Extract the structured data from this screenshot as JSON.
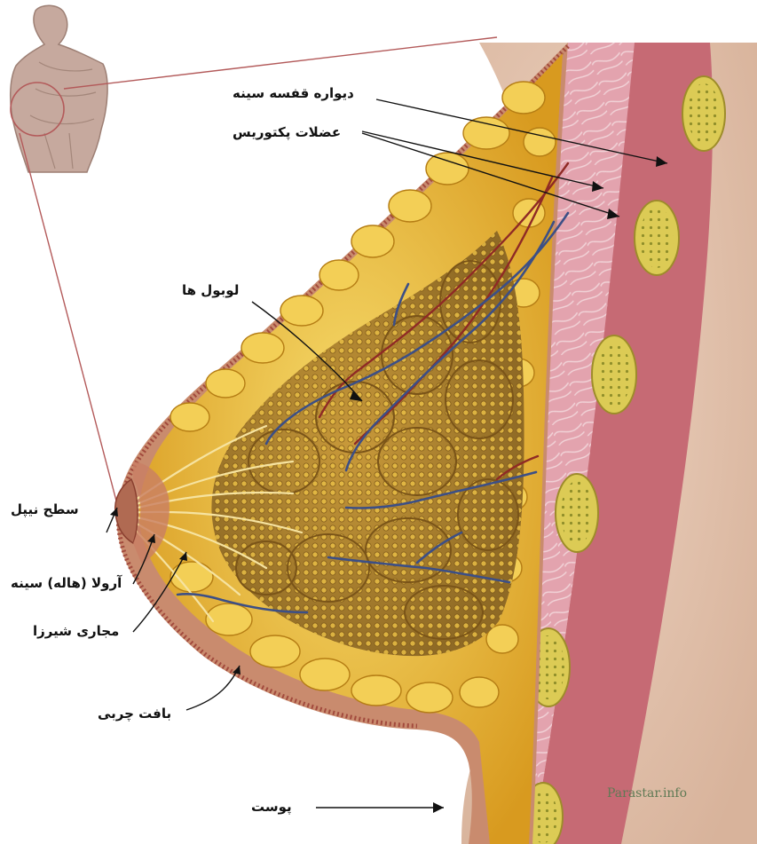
{
  "labels": {
    "chest_wall": "دیواره قفسه سینه",
    "pectoral_muscles": "عضلات پکتوریس",
    "lobules": "لوبول ها",
    "nipple_surface": "سطح نیپل",
    "areola": "آرولا (هاله) سینه",
    "milk_ducts": "مجاری شیرزا",
    "fatty_tissue": "بافت چربی",
    "skin": "پوست"
  },
  "watermark": "Parastar.info",
  "colors": {
    "fat": "#e8b93a",
    "lobule": "#b48a2e",
    "muscle": "#c9707a",
    "skin": "#d9b39a",
    "rib": "#d8c24a",
    "background_torso": "#e4c3ae",
    "vein": "#3c4f86",
    "artery": "#8f2a25"
  }
}
